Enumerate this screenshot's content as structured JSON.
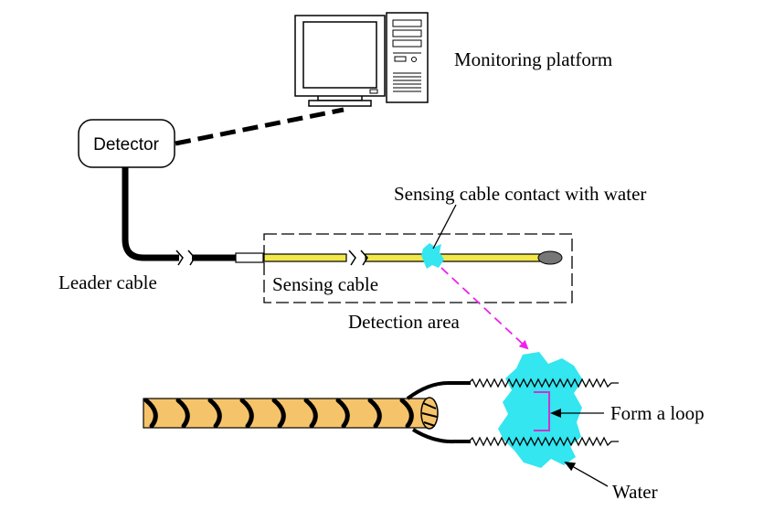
{
  "labels": {
    "monitoring_platform": "Monitoring platform",
    "detector": "Detector",
    "leader_cable": "Leader cable",
    "sensing_cable": "Sensing cable",
    "contact_with_water": "Sensing cable contact with water",
    "detection_area": "Detection area",
    "form_a_loop": "Form a loop",
    "water": "Water"
  },
  "colors": {
    "sensing_cable_fill": "#f2e84a",
    "water": "#33e6f0",
    "dashed_arrow": "#ee22ee",
    "loop_bracket": "#cc33cc",
    "rope_fill": "#f5c46a",
    "probe_tip": "#777777",
    "outline": "#000000"
  },
  "icons": [
    "computer-monitor-icon",
    "computer-tower-icon"
  ]
}
